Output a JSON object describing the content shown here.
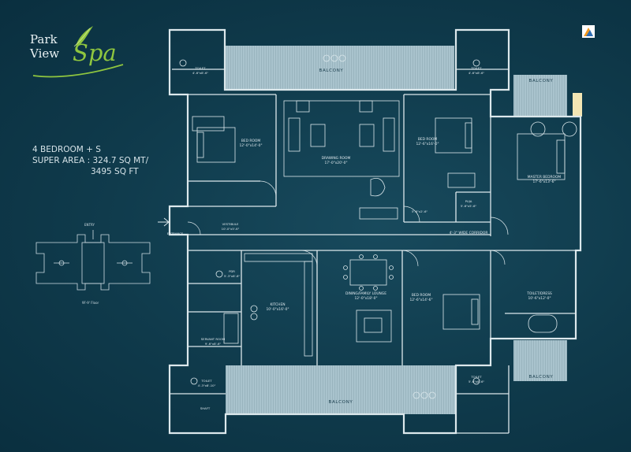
{
  "logo": {
    "line1": "Park",
    "line2": "View",
    "spa": "Spa"
  },
  "info": {
    "config": "4 BEDROOM + S",
    "area_line1": "SUPER AREA : 324.7 SQ MT/",
    "area_line2": "3495 SQ FT"
  },
  "key_plan": {
    "entry": "ENTRY",
    "floor": "9F-9' Floor"
  },
  "rooms": {
    "balcony_top": "BALCONY",
    "balcony_right_top": "BALCONY",
    "balcony_bottom": "BALCONY",
    "balcony_right_bottom": "BALCONY",
    "toilet_tl": {
      "name": "TOILET",
      "size": "4'-6\"x8'-6\""
    },
    "toilet_tr": {
      "name": "TOILET",
      "size": "4'-6\"x8'-6\""
    },
    "toilet_bl": {
      "name": "TOILET",
      "size": "4'-3\"x8'-10\""
    },
    "toilet_br": {
      "name": "TOILET",
      "size": "5'-6\"x8'-6\""
    },
    "bed_1": {
      "name": "BED ROOM",
      "size": "12'-0\"x14'-0\""
    },
    "drawing": {
      "name": "DRAWING ROOM",
      "size": "17'-0\"x20'-0\""
    },
    "bed_2": {
      "name": "BED ROOM",
      "size": "12'-6\"x16'-0\""
    },
    "master": {
      "name": "MASTER BEDROOM",
      "size": "17'-6\"x13'-6\""
    },
    "puja": {
      "name": "PUJA",
      "size": "5'-6\"x5'-6\""
    },
    "wcupboard": {
      "size": "5'-6\"x2'-6\""
    },
    "vestibule": {
      "name": "VESTIBULE",
      "size": "10'-0\"x5'-6\""
    },
    "entrance": "ENTRANCE",
    "corridor": "4'-3\" WIDE CORRIDOR",
    "pdr": {
      "name": "PDR",
      "size": "5'-3\"x6'-6\""
    },
    "kitchen": {
      "name": "KITCHEN",
      "size": "10'-0\"x16'-0\""
    },
    "dining": {
      "name": "DINING/FAMILY LOUNGE",
      "size": "12'-0\"x18'-0\""
    },
    "bed_3": {
      "name": "BED ROOM",
      "size": "12'-6\"x14'-6\""
    },
    "toilet_dress": {
      "name": "TOILET/DRESS",
      "size": "10'-6\"x12'-0\""
    },
    "servant": {
      "name": "SERVANT ROOM",
      "size": "9'-6\"x8'-6\""
    },
    "shaft": "SHAFT"
  },
  "colors": {
    "background": "#0f3a4b",
    "walls": "#dce8ec",
    "balcony": "#a9c3cd",
    "accent_green": "#8fc63f",
    "icon_orange": "#f39a1e",
    "icon_blue": "#2f6fb5"
  }
}
